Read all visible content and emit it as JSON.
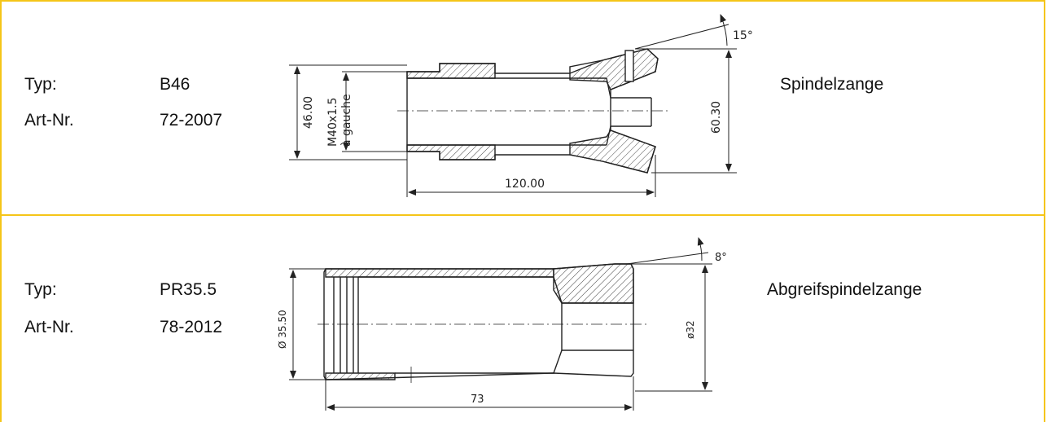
{
  "items": [
    {
      "typ_label": "Typ:",
      "typ_value": "B46",
      "art_label": "Art-Nr.",
      "art_value": "72-2007",
      "name": "Spindelzange",
      "dims": {
        "left_dia": "46.00",
        "thread": "M40x1.5",
        "thread_dir": "à gauche",
        "right_dia": "60.30",
        "length": "120.00",
        "angle": "15°"
      }
    },
    {
      "typ_label": "Typ:",
      "typ_value": "PR35.5",
      "art_label": "Art-Nr.",
      "art_value": "78-2012",
      "name": "Abgreifspindelzange",
      "dims": {
        "left_dia": "Ø 35.50",
        "right_dia": "ø32",
        "length": "73",
        "angle": "8°"
      }
    }
  ],
  "colors": {
    "border": "#f5c518",
    "line": "#222222"
  }
}
